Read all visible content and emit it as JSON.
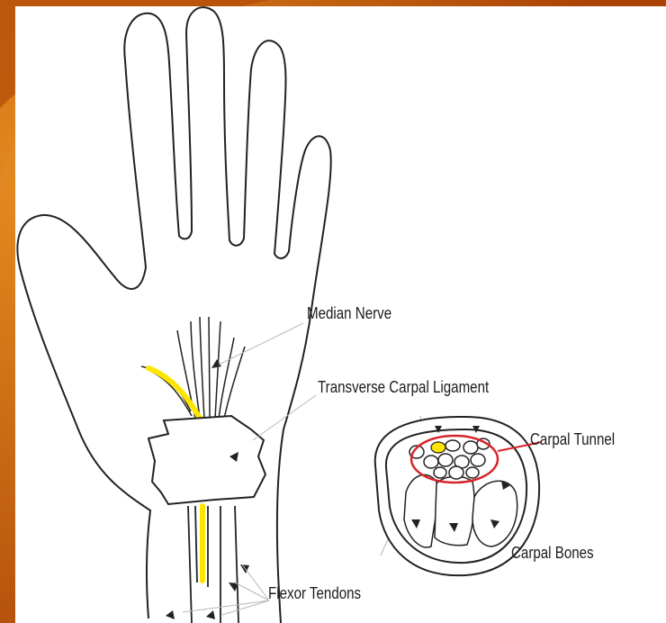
{
  "colors": {
    "background_orange": "#c45a08",
    "panel": "#ffffff",
    "outline": "#222222",
    "nerve_yellow": "#ffe600",
    "tunnel_red": "#d6252a"
  },
  "labels": {
    "median_nerve": "Median Nerve",
    "transverse_carpal_ligament": "Transverse Carpal Ligament",
    "carpal_tunnel": "Carpal Tunnel",
    "carpal_bones": "Carpal Bones",
    "flexor_tendons": "Flexor Tendons"
  }
}
